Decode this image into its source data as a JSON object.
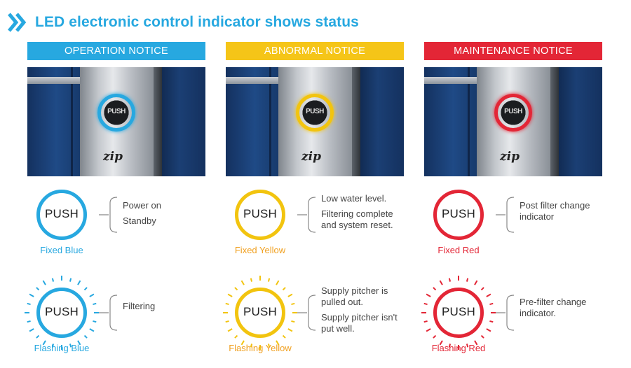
{
  "header": {
    "title": "LED electronic control indicator shows status",
    "accent_color": "#27a8e0",
    "icon": "double-chevron-right-icon"
  },
  "push_label": "PUSH",
  "photo_brand": "zip",
  "columns": [
    {
      "key": "operation",
      "banner": "OPERATION NOTICE",
      "banner_color": "#27a8e0",
      "ring_color": "#27a8e0",
      "fixed": {
        "label": "Fixed Blue",
        "lines": [
          "Power on",
          "Standby"
        ]
      },
      "flashing": {
        "label": "Flashing Blue",
        "lines": [
          "Filtering"
        ]
      }
    },
    {
      "key": "abnormal",
      "banner": "ABNORMAL NOTICE",
      "banner_color": "#f5c518",
      "ring_color": "#f2c40f",
      "label_color": "#f0a020",
      "fixed": {
        "label": "Fixed Yellow",
        "lines": [
          "Low water level.",
          "Filtering complete and system reset."
        ]
      },
      "flashing": {
        "label": "Flashing Yellow",
        "lines": [
          "Supply pitcher is pulled out.",
          "Supply pitcher isn't put well."
        ]
      }
    },
    {
      "key": "maintenance",
      "banner": "MAINTENANCE NOTICE",
      "banner_color": "#e32636",
      "ring_color": "#e32636",
      "fixed": {
        "label": "Fixed Red",
        "lines": [
          "Post filter change indicator"
        ]
      },
      "flashing": {
        "label": "Flashing Red",
        "lines": [
          "Pre-filter change indicator."
        ]
      }
    }
  ]
}
